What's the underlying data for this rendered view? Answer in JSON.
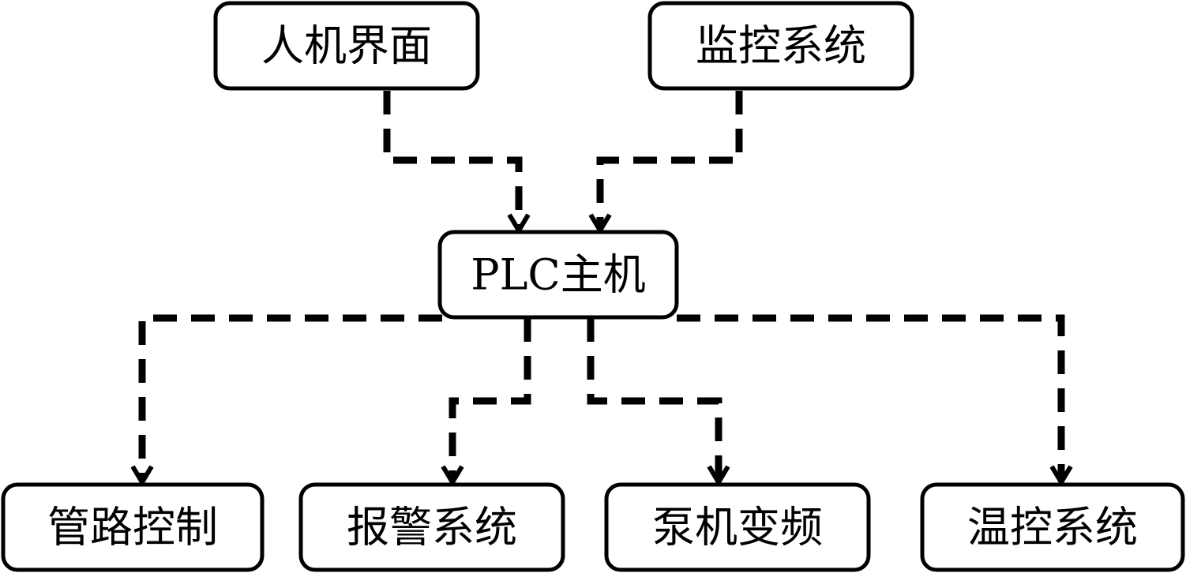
{
  "nodes": {
    "hmi": "人机界面",
    "monitor": "监控系统",
    "plc": "PLC主机",
    "pipe": "管路控制",
    "alarm": "报警系统",
    "pump": "泵机变频",
    "temp": "温控系统"
  },
  "colors": {
    "line": "#000000",
    "box_border": "#000000",
    "background": "#ffffff"
  }
}
